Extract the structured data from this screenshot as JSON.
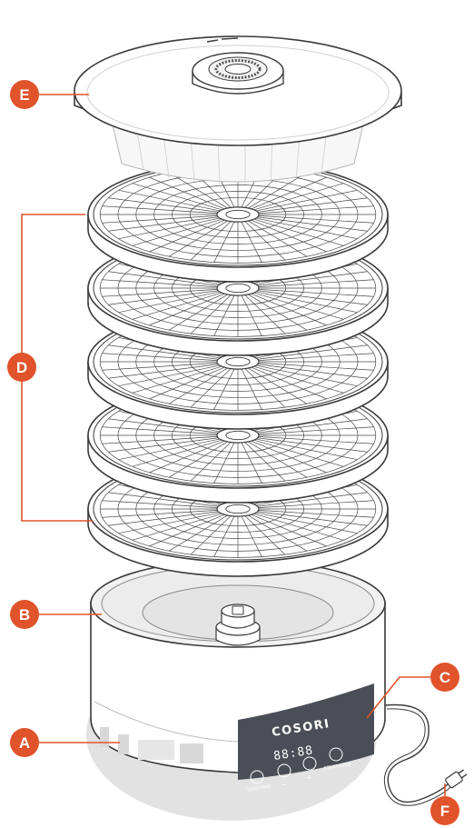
{
  "callouts": {
    "a": "A",
    "b": "B",
    "c": "C",
    "d": "D",
    "e": "E",
    "f": "F"
  },
  "panel": {
    "brand": "COSORI",
    "display": "88:88",
    "button_temp_time": "TEMP/TIME",
    "button_minus": "−",
    "button_plus": "+",
    "button_start_stop": "START/STOP"
  },
  "tray_count": 5,
  "colors": {
    "callout": "#e0532b",
    "outline": "#3a3a3a",
    "panel": "#4a4f57",
    "shadow": "#dedede"
  }
}
